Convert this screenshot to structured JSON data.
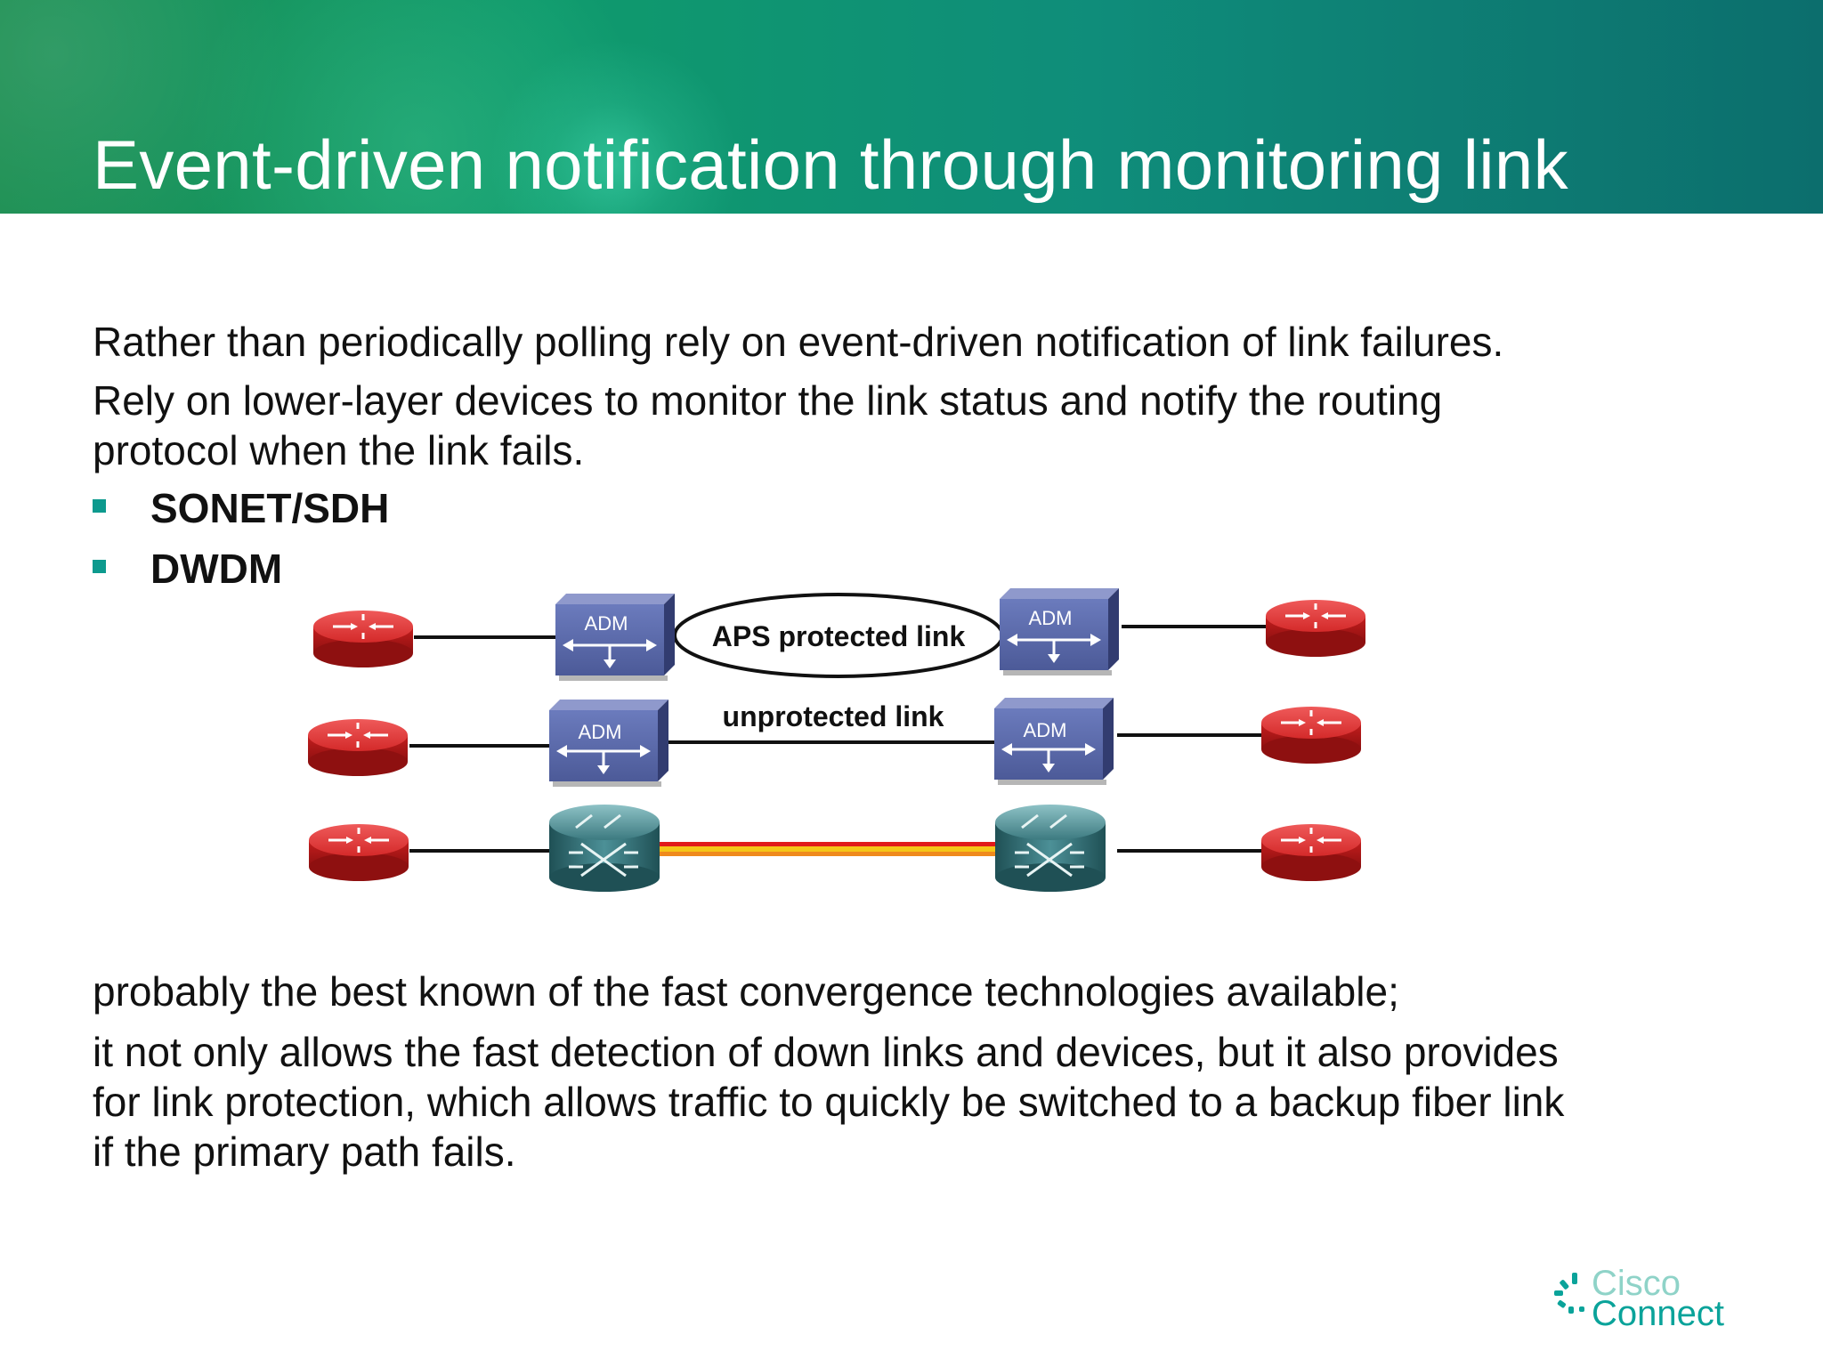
{
  "slide": {
    "title": "Event-driven notification through monitoring link",
    "paragraph1": "Rather than periodically polling rely on event-driven notification of link failures.",
    "paragraph2_line1": "Rely on lower-layer devices to monitor the link status and notify the routing",
    "paragraph2_line2": "protocol when the link fails.",
    "bullets": [
      "SONET/SDH",
      "DWDM"
    ],
    "paragraph3": "probably the best known of the fast convergence technologies available;",
    "paragraph4_line1": "it not only allows the fast detection of down links and devices, but it also provides",
    "paragraph4_line2": "for link protection, which allows traffic to quickly be switched to a backup fiber link",
    "paragraph4_line3": "if the primary path fails."
  },
  "diagram": {
    "aps_label": "APS protected link",
    "unprotected_label": "unprotected link",
    "adm_label": "ADM",
    "colors": {
      "router": "#d42a2a",
      "adm": "#5a68a8",
      "dwdm": "#3c7a80",
      "fiber": [
        "#e11a1a",
        "#f5c518",
        "#ef8a1c"
      ]
    }
  },
  "logo": {
    "line1": "Cisco",
    "line2": "Connect"
  }
}
